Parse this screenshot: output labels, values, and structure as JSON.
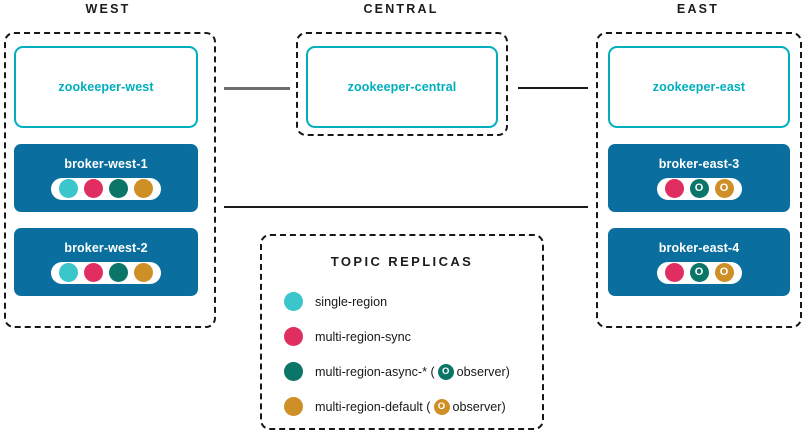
{
  "colors": {
    "single_region": "#3bc6cc",
    "multi_region_sync": "#e02e61",
    "multi_region_async": "#0b7567",
    "multi_region_default": "#cf8f27",
    "broker_fill": "#0a6e9e",
    "zookeeper_border": "#00aebd",
    "zookeeper_text": "#00aebd",
    "region_border": "#17181a",
    "link_light": "#6d6d6d",
    "link_dark": "#1b1b1b",
    "text": "#17181a"
  },
  "regions": [
    {
      "id": "west",
      "title": "WEST",
      "zookeeper": {
        "label": "zookeeper-west"
      },
      "brokers": [
        {
          "label": "broker-west-1",
          "replicas": [
            {
              "type": "single-region",
              "color": "#3bc6cc",
              "observer": false,
              "glyph": ""
            },
            {
              "type": "multi-region-sync",
              "color": "#e02e61",
              "observer": false,
              "glyph": ""
            },
            {
              "type": "multi-region-async",
              "color": "#0b7567",
              "observer": false,
              "glyph": ""
            },
            {
              "type": "multi-region-default",
              "color": "#cf8f27",
              "observer": false,
              "glyph": ""
            }
          ]
        },
        {
          "label": "broker-west-2",
          "replicas": [
            {
              "type": "single-region",
              "color": "#3bc6cc",
              "observer": false,
              "glyph": ""
            },
            {
              "type": "multi-region-sync",
              "color": "#e02e61",
              "observer": false,
              "glyph": ""
            },
            {
              "type": "multi-region-async",
              "color": "#0b7567",
              "observer": false,
              "glyph": ""
            },
            {
              "type": "multi-region-default",
              "color": "#cf8f27",
              "observer": false,
              "glyph": ""
            }
          ]
        }
      ]
    },
    {
      "id": "central",
      "title": "CENTRAL",
      "zookeeper": {
        "label": "zookeeper-central"
      },
      "brokers": []
    },
    {
      "id": "east",
      "title": "EAST",
      "zookeeper": {
        "label": "zookeeper-east"
      },
      "brokers": [
        {
          "label": "broker-east-3",
          "replicas": [
            {
              "type": "multi-region-sync",
              "color": "#e02e61",
              "observer": false,
              "glyph": ""
            },
            {
              "type": "multi-region-async",
              "color": "#0b7567",
              "observer": true,
              "glyph": "O"
            },
            {
              "type": "multi-region-default",
              "color": "#cf8f27",
              "observer": true,
              "glyph": "O"
            }
          ]
        },
        {
          "label": "broker-east-4",
          "replicas": [
            {
              "type": "multi-region-sync",
              "color": "#e02e61",
              "observer": false,
              "glyph": ""
            },
            {
              "type": "multi-region-async",
              "color": "#0b7567",
              "observer": true,
              "glyph": "O"
            },
            {
              "type": "multi-region-default",
              "color": "#cf8f27",
              "observer": true,
              "glyph": "O"
            }
          ]
        }
      ]
    }
  ],
  "links": [
    {
      "id": "west-central",
      "from": "west",
      "to": "central",
      "color": "#6d6d6d"
    },
    {
      "id": "central-east",
      "from": "central",
      "to": "east",
      "color": "#1b1b1b"
    },
    {
      "id": "broker-west-east",
      "from": "west",
      "to": "east",
      "color": "#1b1b1b"
    }
  ],
  "legend": {
    "title": "TOPIC REPLICAS",
    "items": [
      {
        "label": "single-region",
        "color": "#3bc6cc",
        "suffix_pre": "",
        "observer_glyph": "",
        "suffix_post": ""
      },
      {
        "label": "multi-region-sync",
        "color": "#e02e61",
        "suffix_pre": "",
        "observer_glyph": "",
        "suffix_post": ""
      },
      {
        "label": "multi-region-async-*",
        "color": "#0b7567",
        "suffix_pre": "(",
        "observer_glyph": "O",
        "suffix_post": "observer)"
      },
      {
        "label": "multi-region-default",
        "color": "#cf8f27",
        "suffix_pre": "(",
        "observer_glyph": "O",
        "suffix_post": "observer)"
      }
    ]
  }
}
